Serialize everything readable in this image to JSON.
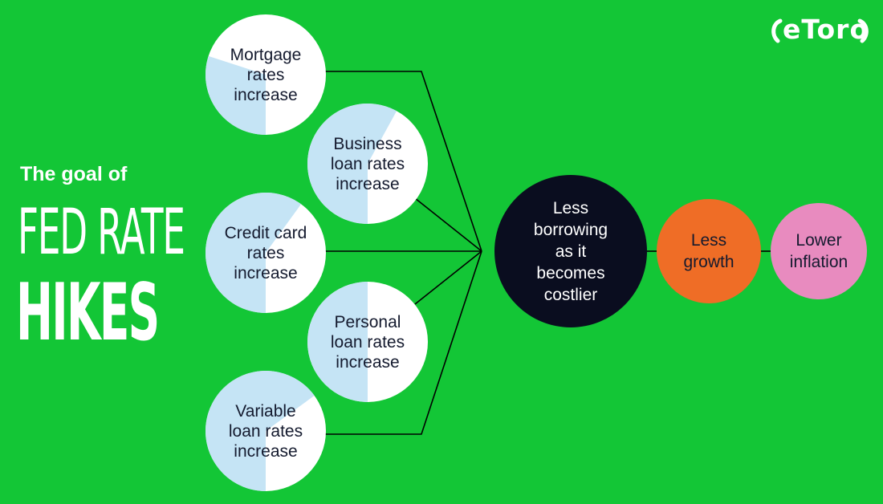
{
  "colors": {
    "background": "#13c636",
    "circle_white": "#ffffff",
    "circle_blue": "#c5e4f5",
    "dark": "#0a0d1f",
    "orange": "#ef6d26",
    "pink": "#e88bbf",
    "text_dark": "#141a2e",
    "text_white": "#ffffff"
  },
  "logo": {
    "text": "eToro",
    "icon": "bull-horns-icon"
  },
  "heading": {
    "line1": "The goal of",
    "line2": "FED RATE",
    "line3": "HIKES"
  },
  "causes": [
    {
      "label": "Mortgage rates increase",
      "fill": 0.3
    },
    {
      "label": "Business loan rates increase",
      "fill": 0.58
    },
    {
      "label": "Credit card rates increase",
      "fill": 0.6
    },
    {
      "label": "Personal loan rates increase",
      "fill": 0.5
    },
    {
      "label": "Variable loan rates increase",
      "fill": 0.65
    }
  ],
  "effects": [
    {
      "label": "Less borrowing as it becomes costlier",
      "color": "#0a0d1f",
      "text_color": "#ffffff"
    },
    {
      "label": "Less growth",
      "color": "#ef6d26",
      "text_color": "#141a2e"
    },
    {
      "label": "Lower inflation",
      "color": "#e88bbf",
      "text_color": "#141a2e"
    }
  ]
}
